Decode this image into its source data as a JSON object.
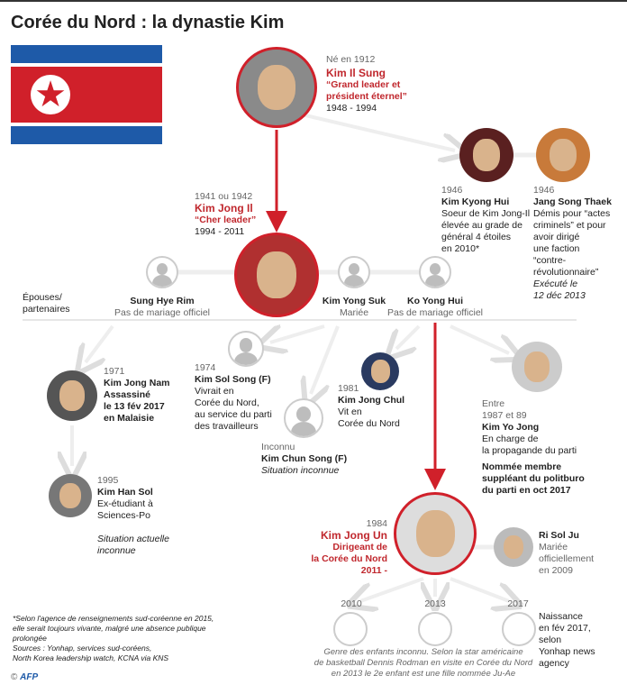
{
  "title": "Corée du Nord : la dynastie Kim",
  "colors": {
    "accent": "#c0272d",
    "flag_blue": "#1e5aa8",
    "flag_red": "#d0202a"
  },
  "kim_il_sung": {
    "born": "Né en 1912",
    "name": "Kim Il Sung",
    "title1": "“Grand leader et",
    "title2": "président éternel”",
    "reign": "1948 - 1994"
  },
  "kim_kyong_hui": {
    "born": "1946",
    "name": "Kim Kyong Hui",
    "desc": [
      "Soeur de Kim Jong-Il",
      "élevée au grade de",
      "général 4 étoiles",
      "en 2010*"
    ]
  },
  "jang_song_thaek": {
    "born": "1946",
    "name": "Jang Song Thaek",
    "desc": [
      "Démis pour “actes",
      "criminels” et pour",
      "avoir dirigé",
      "une faction",
      "“contre-",
      "révolutionnaire”"
    ],
    "fate": [
      "Exécuté le",
      "12 déc 2013"
    ]
  },
  "kim_jong_il": {
    "born": "1941 ou 1942",
    "name": "Kim Jong Il",
    "title": "“Cher leader”",
    "reign": "1994 - 2011"
  },
  "spouses_label": [
    "Épouses/",
    "partenaires"
  ],
  "sung_hye_rim": {
    "name": "Sung Hye Rim",
    "status": "Pas de mariage officiel"
  },
  "kim_yong_suk": {
    "name": "Kim Yong Suk",
    "status": "Mariée"
  },
  "ko_yong_hui": {
    "name": "Ko Yong Hui",
    "status": "Pas de mariage officiel"
  },
  "kim_jong_nam": {
    "born": "1971",
    "name": "Kim Jong Nam",
    "fate": [
      "Assassiné",
      "le 13 fév 2017",
      "en Malaisie"
    ]
  },
  "kim_han_sol": {
    "born": "1995",
    "name": "Kim Han Sol",
    "desc": [
      "Ex-étudiant à",
      "Sciences-Po"
    ],
    "status": [
      "Situation actuelle",
      "inconnue"
    ]
  },
  "kim_sol_song": {
    "born": "1974",
    "name": "Kim Sol Song (F)",
    "desc": [
      "Vivrait en",
      "Corée du Nord,",
      "au service du parti",
      "des travailleurs"
    ]
  },
  "kim_chun_song": {
    "born": "Inconnu",
    "name": "Kim Chun Song (F)",
    "status": "Situation inconnue"
  },
  "kim_jong_chul": {
    "born": "1981",
    "name": "Kim Jong Chul",
    "desc": [
      "Vit en",
      "Corée du Nord"
    ]
  },
  "kim_yo_jong": {
    "born": [
      "Entre",
      "1987 et 89"
    ],
    "name": "Kim Yo Jong",
    "desc": [
      "En charge de",
      "la propagande du parti"
    ],
    "note": [
      "Nommée membre",
      "suppléant du politburo",
      "du parti en oct 2017"
    ]
  },
  "kim_jong_un": {
    "born": "1984",
    "name": "Kim Jong Un",
    "title": [
      "Dirigeant de",
      "la Corée du Nord",
      "2011 -"
    ]
  },
  "ri_sol_ju": {
    "name": "Ri Sol Ju",
    "desc": [
      "Mariée",
      "officiellement",
      "en 2009"
    ]
  },
  "children": {
    "years": [
      "2010",
      "2013",
      "2017"
    ],
    "note_2017": [
      "Naissance",
      "en fév 2017,",
      "selon",
      "Yonhap news",
      "agency"
    ],
    "caption": [
      "Genre des enfants inconnu. Selon la star américaine",
      "de basketball Dennis Rodman en visite en Corée du Nord",
      "en 2013 le 2e enfant est une fille nommée Ju-Ae"
    ]
  },
  "footnote": [
    "*Selon l'agence de renseignements sud-coréenne en 2015,",
    "elle serait toujours vivante, malgré  une absence publique",
    "prolongée",
    "Sources : Yonhap, services sud-coréens,",
    "North Korea leadership watch, KCNA via KNS"
  ],
  "credit": {
    "copyright": "©",
    "agency": "AFP"
  }
}
